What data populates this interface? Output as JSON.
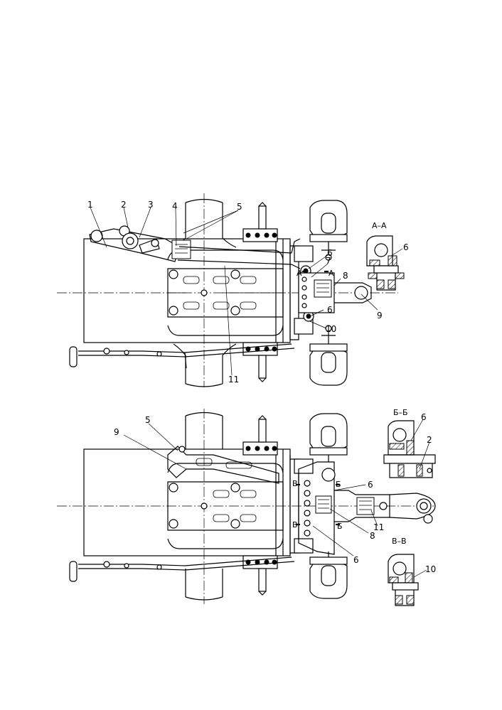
{
  "labels": {
    "top": {
      "p1": "1",
      "p2": "2",
      "p3": "3",
      "p4": "4",
      "p5": "5",
      "p6a": "6",
      "p7": "7",
      "p8": "8",
      "p9": "9",
      "p6b": "6",
      "p10": "10",
      "p11": "11",
      "cut_a_left": "А",
      "cut_a_right": "А"
    },
    "bottom": {
      "p5": "5",
      "p9": "9",
      "p6a": "6",
      "p11": "11",
      "p8": "8",
      "p6b": "6",
      "cut_b_upper": "Б",
      "cut_b_lower": "Б",
      "cut_v_upper": "В",
      "cut_v_lower": "В"
    },
    "sections": {
      "aa_title": "А–А",
      "aa_p6": "6",
      "bb_title": "Б–Б",
      "bb_p6": "6",
      "bb_p2": "2",
      "vv_title": "В–В",
      "vv_p10": "10"
    }
  }
}
